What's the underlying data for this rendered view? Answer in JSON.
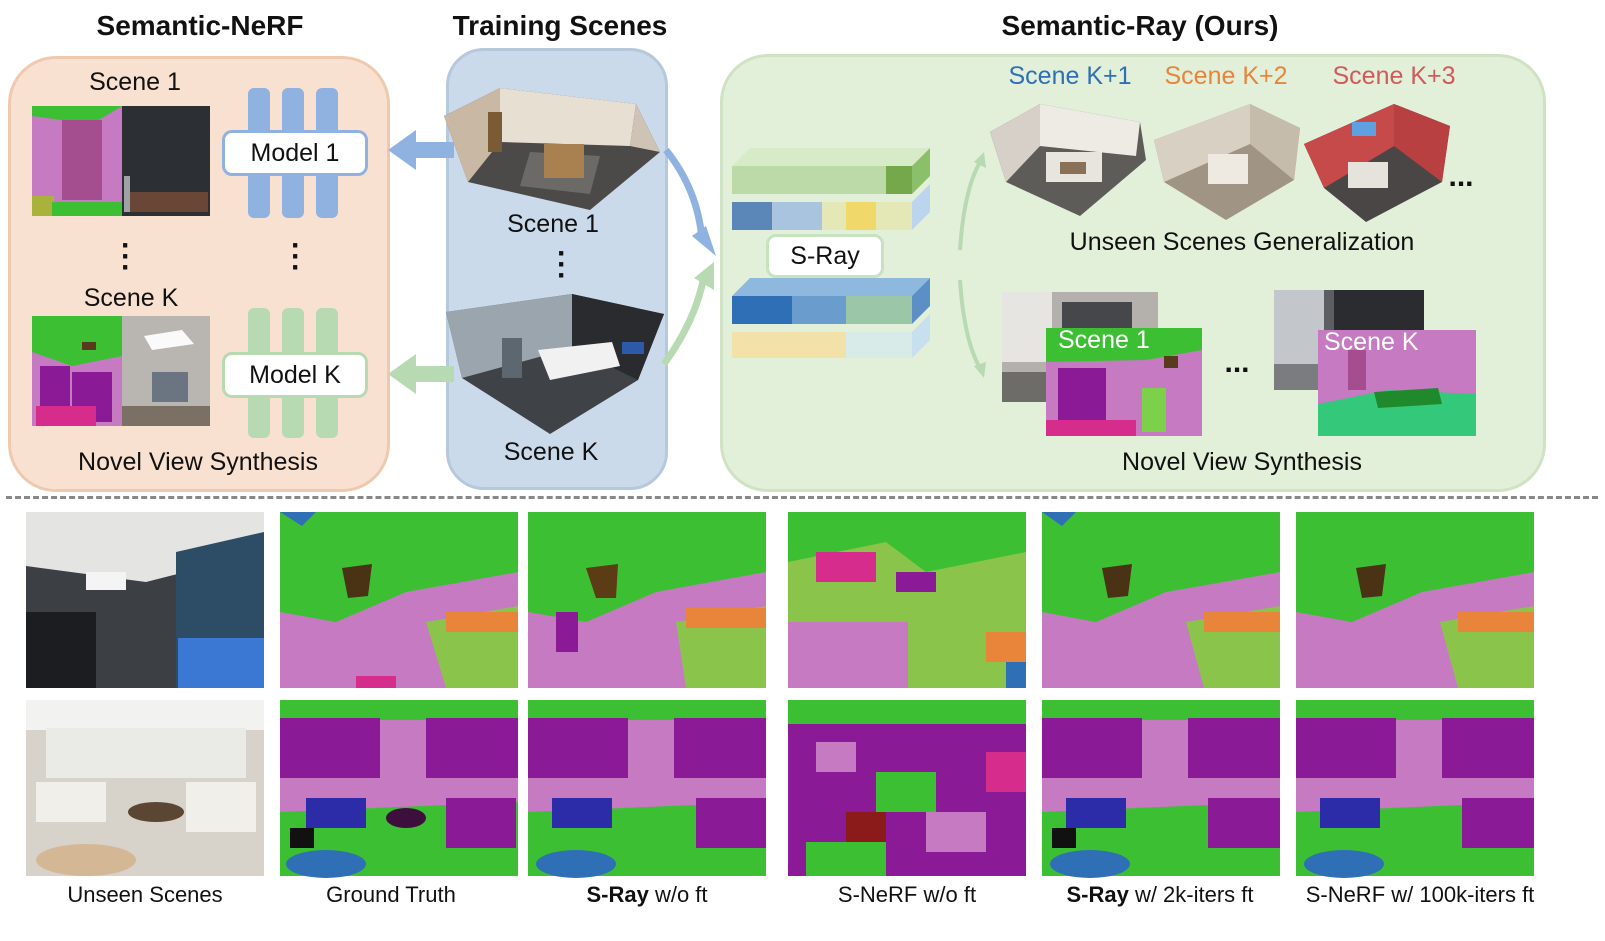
{
  "top": {
    "semantic_nerf": {
      "title": "Semantic-NeRF",
      "scene_first": "Scene 1",
      "scene_last": "Scene K",
      "model_first": "Model 1",
      "model_last": "Model K",
      "caption": "Novel View Synthesis"
    },
    "training": {
      "title": "Training Scenes",
      "scene_first": "Scene 1",
      "scene_last": "Scene K"
    },
    "semantic_ray": {
      "title": "Semantic-Ray (Ours)",
      "unseen_scenes": [
        {
          "label": "Scene K+1",
          "color": "#2f6fb6"
        },
        {
          "label": "Scene K+2",
          "color": "#e8853a"
        },
        {
          "label": "Scene K+3",
          "color": "#d05a5a"
        }
      ],
      "ellipsis": "...",
      "generalization_caption": "Unseen Scenes Generalization",
      "module": "S-Ray",
      "seg_first": "Scene 1",
      "seg_last": "Scene K",
      "caption": "Novel View Synthesis"
    }
  },
  "bottom": {
    "captions": [
      {
        "bold": "",
        "rest": "Unseen Scenes"
      },
      {
        "bold": "",
        "rest": "Ground Truth"
      },
      {
        "bold": "S-Ray",
        "rest": " w/o ft"
      },
      {
        "bold": "",
        "rest": "S-NeRF w/o ft"
      },
      {
        "bold": "S-Ray",
        "rest": " w/ 2k-iters ft"
      },
      {
        "bold": "",
        "rest": "S-NeRF w/ 100k-iters ft"
      }
    ]
  },
  "colors": {
    "nerf_panel": "#f9e1d1",
    "training_panel": "#cbdaeb",
    "ray_panel": "#e2efd9",
    "arrow_blue": "#8fb2e0",
    "arrow_green": "#b8dab2",
    "seg_green": "#3cbf32",
    "seg_pink": "#c57ac2",
    "seg_purple": "#8a1a96",
    "seg_magenta": "#d62c8c"
  }
}
